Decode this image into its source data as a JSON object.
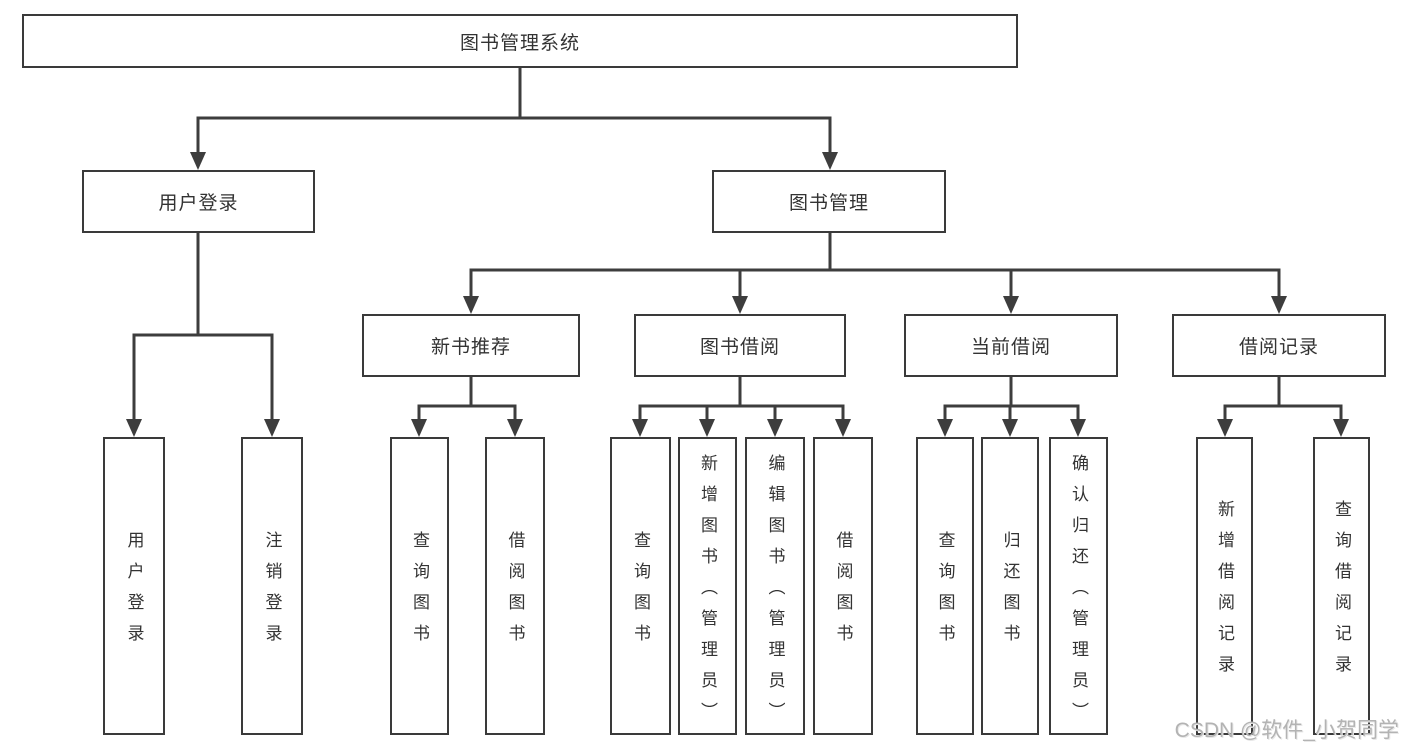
{
  "diagram": {
    "title": "图书管理系统",
    "root": {
      "label": "图书管理系统"
    },
    "level1": [
      {
        "label": "用户登录",
        "children": [
          {
            "label": "用户登录"
          },
          {
            "label": "注销登录"
          }
        ]
      },
      {
        "label": "图书管理",
        "children": [
          {
            "label": "新书推荐",
            "children": [
              {
                "label": "查询图书"
              },
              {
                "label": "借阅图书"
              }
            ]
          },
          {
            "label": "图书借阅",
            "children": [
              {
                "label": "查询图书"
              },
              {
                "label": "新增图书（管理员）"
              },
              {
                "label": "编辑图书（管理员）"
              },
              {
                "label": "借阅图书"
              }
            ]
          },
          {
            "label": "当前借阅",
            "children": [
              {
                "label": "查询图书"
              },
              {
                "label": "归还图书"
              },
              {
                "label": "确认归还（管理员）"
              }
            ]
          },
          {
            "label": "借阅记录",
            "children": [
              {
                "label": "新增借阅记录"
              },
              {
                "label": "查询借阅记录"
              }
            ]
          }
        ]
      }
    ]
  },
  "watermark": {
    "text": "CSDN @软件_小贺同学"
  },
  "colors": {
    "line": "#3d3d3d",
    "box_border": "#3a3a3a",
    "text": "#333333",
    "watermark": "#b3b3b3",
    "background": "#ffffff"
  }
}
